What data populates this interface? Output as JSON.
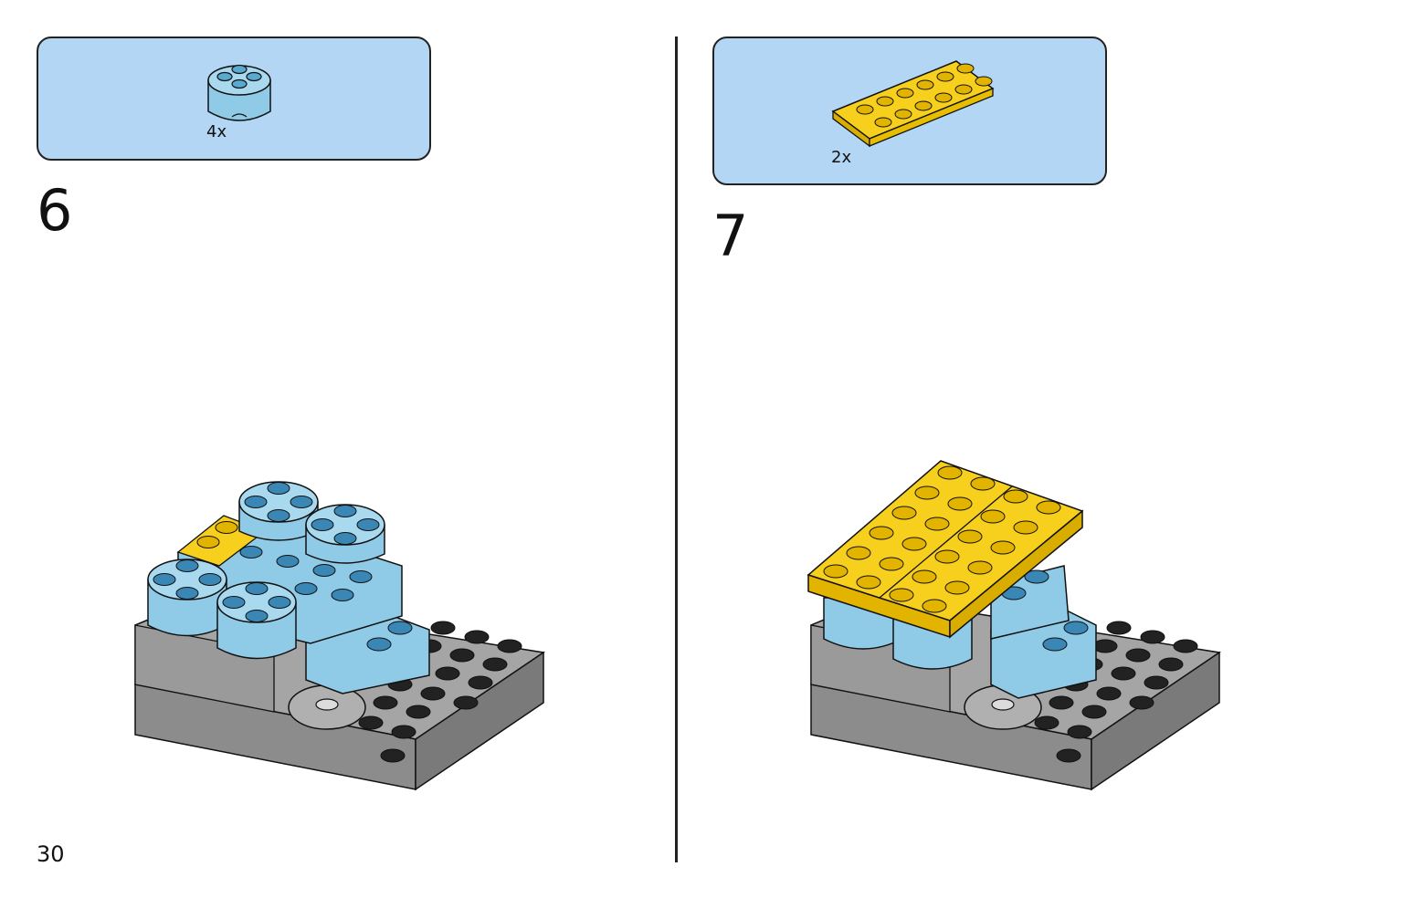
{
  "page": {
    "number": "30"
  },
  "steps": [
    {
      "number": "6",
      "part": {
        "quantity": "4x",
        "name": "round-brick-2x2-medium-azure-icon"
      }
    },
    {
      "number": "7",
      "part": {
        "quantity": "2x",
        "name": "plate-2x6-yellow-icon"
      }
    }
  ],
  "colors": {
    "panel": "#b3d6f5",
    "azure": "#8fcbe6",
    "yellow": "#f7cf1d",
    "grey": "#a5a5a5",
    "stud_dark": "#222222",
    "outline": "#111111"
  }
}
